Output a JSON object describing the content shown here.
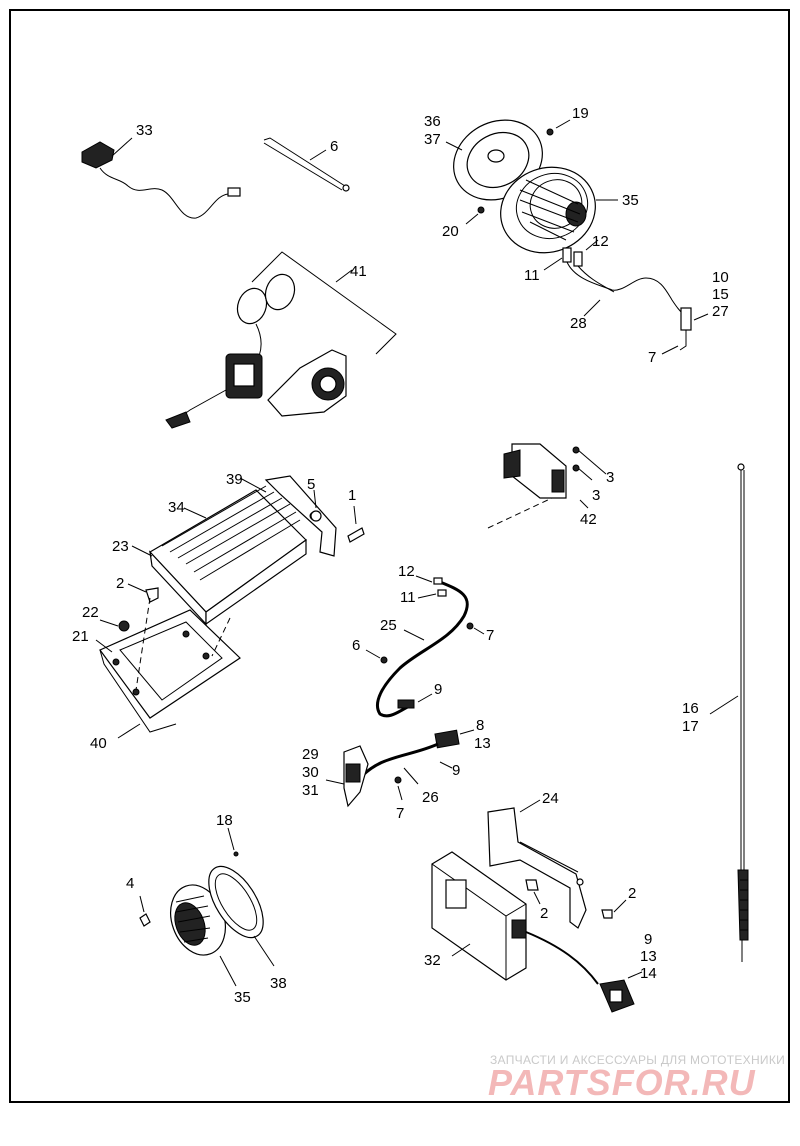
{
  "labels": {
    "l33": "33",
    "l6a": "6",
    "l36": "36",
    "l37": "37",
    "l19": "19",
    "l35a": "35",
    "l20": "20",
    "l12a": "12",
    "l11a": "11",
    "l10": "10",
    "l15": "15",
    "l27": "27",
    "l28": "28",
    "l7a": "7",
    "l41": "41",
    "l3a": "3",
    "l3b": "3",
    "l42": "42",
    "l39": "39",
    "l5": "5",
    "l1": "1",
    "l34": "34",
    "l23": "23",
    "l2a": "2",
    "l22": "22",
    "l21": "21",
    "l40": "40",
    "l12b": "12",
    "l11b": "11",
    "l25": "25",
    "l7b": "7",
    "l6b": "6",
    "l9a": "9",
    "l16": "16",
    "l17": "17",
    "l8": "8",
    "l13a": "13",
    "l29": "29",
    "l30": "30",
    "l31": "31",
    "l9b": "9",
    "l26": "26",
    "l7c": "7",
    "l24": "24",
    "l18": "18",
    "l4": "4",
    "l2b": "2",
    "l2c": "2",
    "l32": "32",
    "l9c": "9",
    "l13b": "13",
    "l14": "14",
    "l35b": "35",
    "l38": "38"
  },
  "watermark": {
    "top_text": "ЗАПЧАСТИ И АКСЕССУАРЫ ДЛЯ МОТОТЕХНИКИ",
    "brand": "PARTSFOR.RU"
  }
}
